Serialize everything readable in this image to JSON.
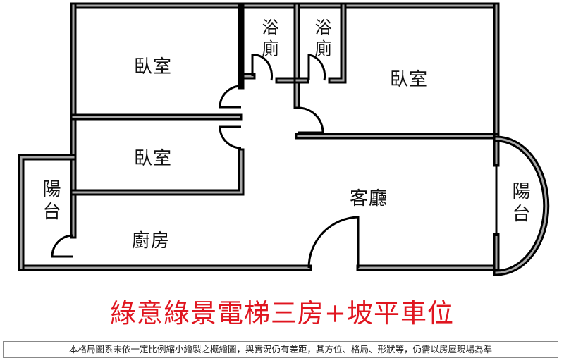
{
  "floor_plan": {
    "rooms": {
      "bedroom_1": "臥室",
      "bathroom_1": "浴廁",
      "bathroom_2": "浴廁",
      "bedroom_2": "臥室",
      "bedroom_3": "臥室",
      "balcony_left": "陽台",
      "kitchen": "廚房",
      "living_room": "客廳",
      "balcony_right": "陽台"
    },
    "colors": {
      "wall_outline": "#000000",
      "wall_fill": "#a8a8a8",
      "title": "#e0151f"
    }
  },
  "title": "綠意綠景電梯三房+坡平車位",
  "disclaimer": "本格局圖系未依一定比例縮小繪製之概繪圖，與實況仍有差距，其方位、格局、形狀等，仍需以房屋現場為準"
}
